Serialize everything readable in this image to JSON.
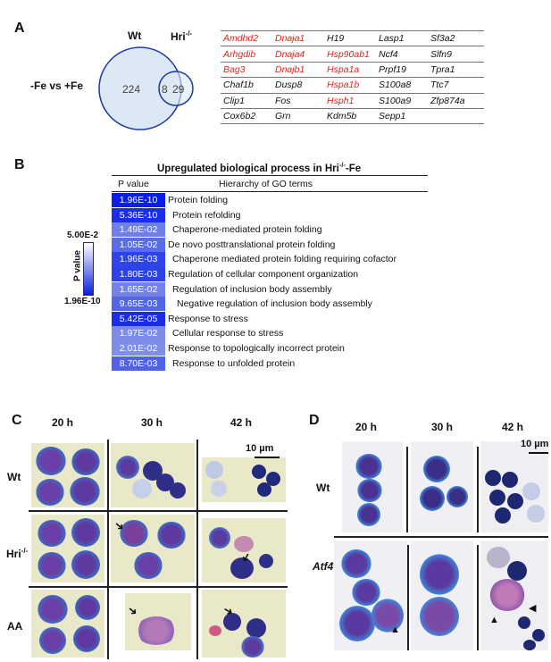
{
  "panel_a": {
    "letter": "A",
    "label_wt": "Wt",
    "label_hri": "Hri",
    "label_hri_sup": "-/-",
    "comparison": "-Fe vs +Fe",
    "venn": {
      "wt_only": "224",
      "overlap": "8",
      "hri_only": "29"
    },
    "colors": {
      "highlight": "#e2231a",
      "venn_fill": "#dde8f5",
      "venn_stroke": "#1b3aa8"
    },
    "genes": [
      [
        {
          "t": "Amdhd2",
          "r": true
        },
        {
          "t": "Dnaja1",
          "r": true
        },
        {
          "t": "H19",
          "r": false
        },
        {
          "t": "Lasp1",
          "r": false
        },
        {
          "t": "Sf3a2",
          "r": false
        }
      ],
      [
        {
          "t": "Arhgdib",
          "r": true
        },
        {
          "t": "Dnaja4",
          "r": true
        },
        {
          "t": "Hsp90ab1",
          "r": true
        },
        {
          "t": "Ncf4",
          "r": false
        },
        {
          "t": "Slfn9",
          "r": false
        }
      ],
      [
        {
          "t": "Bag3",
          "r": true
        },
        {
          "t": "Dnajb1",
          "r": true
        },
        {
          "t": "Hspa1a",
          "r": true
        },
        {
          "t": "Prpf19",
          "r": false
        },
        {
          "t": "Tpra1",
          "r": false
        }
      ],
      [
        {
          "t": "Chaf1b",
          "r": false
        },
        {
          "t": "Dusp8",
          "r": false
        },
        {
          "t": "Hspa1b",
          "r": true
        },
        {
          "t": "S100a8",
          "r": false
        },
        {
          "t": "Ttc7",
          "r": false
        }
      ],
      [
        {
          "t": "Clip1",
          "r": false
        },
        {
          "t": "Fos",
          "r": false
        },
        {
          "t": "Hsph1",
          "r": true
        },
        {
          "t": "S100a9",
          "r": false
        },
        {
          "t": "Zfp874a",
          "r": false
        }
      ],
      [
        {
          "t": "Cox6b2",
          "r": false
        },
        {
          "t": "Grn",
          "r": false
        },
        {
          "t": "Kdm5b",
          "r": false
        },
        {
          "t": "Sepp1",
          "r": false
        },
        {
          "t": "",
          "r": false
        }
      ]
    ]
  },
  "panel_b": {
    "letter": "B",
    "title_pre": "Upregulated biological process in Hri",
    "title_sup": "-/-",
    "title_post": "-Fe",
    "col_p": "P value",
    "col_terms": "Hierarchy of GO terms",
    "scale_max": "5.00E-2",
    "scale_min": "1.96E-10",
    "scale_label": "P value",
    "colors": {
      "darkest": "#0a1fe0",
      "lightest": "#ffffff"
    },
    "rows": [
      {
        "p": "1.96E-10",
        "term": "Protein folding",
        "indent": 0,
        "color": "#0b1ee6"
      },
      {
        "p": "5.36E-10",
        "term": "Protein refolding",
        "indent": 1,
        "color": "#1a2ee6"
      },
      {
        "p": "1.49E-02",
        "term": "Chaperone-mediated protein folding",
        "indent": 1,
        "color": "#6f7fe8"
      },
      {
        "p": "1.05E-02",
        "term": "De novo posttranslational protein folding",
        "indent": 0,
        "color": "#5a6de8"
      },
      {
        "p": "1.96E-03",
        "term": "Chaperone mediated protein folding requiring cofactor",
        "indent": 1,
        "color": "#2f44e6"
      },
      {
        "p": "1.80E-03",
        "term": "Regulation of cellular component organization",
        "indent": 0,
        "color": "#2d42e6"
      },
      {
        "p": "1.65E-02",
        "term": "Regulation of inclusion body assembly",
        "indent": 1,
        "color": "#7383e8"
      },
      {
        "p": "9.65E-03",
        "term": "Negative regulation of inclusion body assembly",
        "indent": 2,
        "color": "#5366e8"
      },
      {
        "p": "5.42E-05",
        "term": "Response to stress",
        "indent": 0,
        "color": "#1a2ee6"
      },
      {
        "p": "1.97E-02",
        "term": "Cellular response to stress",
        "indent": 1,
        "color": "#7d8ce9"
      },
      {
        "p": "2.01E-02",
        "term": "Response to topologically incorrect protein",
        "indent": 0,
        "color": "#7f8ee9"
      },
      {
        "p": "8.70E-03",
        "term": "Response to unfolded protein",
        "indent": 1,
        "color": "#5062e8"
      }
    ]
  },
  "panel_c": {
    "letter": "C",
    "times": [
      "20 h",
      "30 h",
      "42 h"
    ],
    "rows": [
      "Wt",
      "Hri",
      "AA"
    ],
    "hri_sup": "-/-",
    "scale_bar": "10 µm"
  },
  "panel_d": {
    "letter": "D",
    "times": [
      "20 h",
      "30 h",
      "42 h"
    ],
    "rows": [
      "Wt",
      "Atf4"
    ],
    "atf4_sup": "-/-",
    "scale_bar": "10 µm"
  }
}
